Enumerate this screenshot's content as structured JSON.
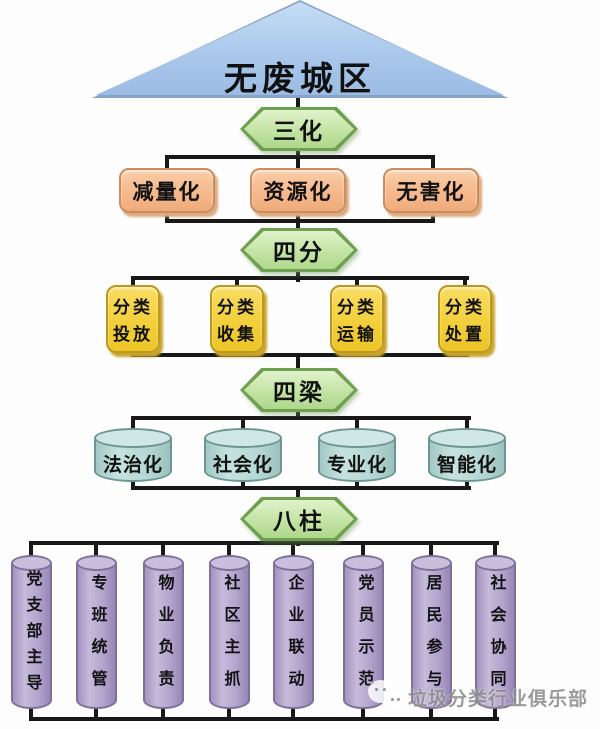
{
  "title": "无废城区",
  "tiers": {
    "sanhua": {
      "label": "三化",
      "items": [
        "减量化",
        "资源化",
        "无害化"
      ]
    },
    "sifen": {
      "label": "四分",
      "items": [
        [
          "分类",
          "投放"
        ],
        [
          "分类",
          "收集"
        ],
        [
          "分类",
          "运输"
        ],
        [
          "分类",
          "处置"
        ]
      ]
    },
    "siliang": {
      "label": "四梁",
      "items": [
        "法治化",
        "社会化",
        "专业化",
        "智能化"
      ]
    },
    "bazhu": {
      "label": "八柱",
      "items": [
        "党支部主导",
        "专班统管",
        "物业负责",
        "社区主抓",
        "企业联动",
        "党员示范",
        "居民参与",
        "社会协同"
      ]
    }
  },
  "watermark": {
    "icon": "wechat-icon",
    "text": "垃圾分类行业俱乐部"
  },
  "colors": {
    "roof_fill": "#a9c8eb",
    "hexagon_fill": "#c3e4a4",
    "hexagon_border": "#6fa050",
    "box_orange_fill": "#f5b98d",
    "box_orange_border": "#c98d5f",
    "box_yellow_fill": "#f2cf3b",
    "box_yellow_border": "#bd981f",
    "can_teal_fill": "#b5d8d4",
    "can_teal_border": "#6d9693",
    "pillar_purple_fill": "#b2a4ce",
    "pillar_purple_border": "#7d7099",
    "connector": "#181818",
    "watermark_text": "#8d8d8d"
  }
}
